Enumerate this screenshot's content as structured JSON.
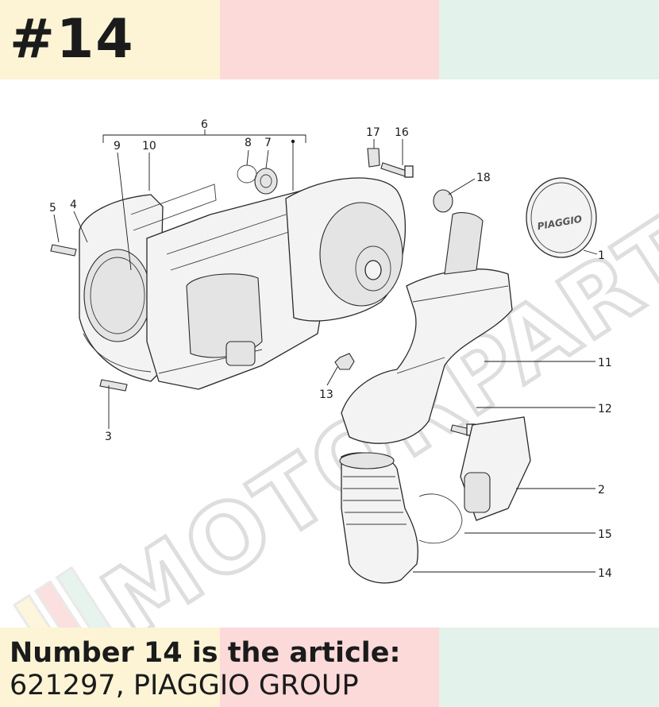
{
  "header": {
    "number": "#14"
  },
  "caption": {
    "line1": "Number 14 is the article:",
    "line2": "621297, PIAGGIO GROUP"
  },
  "diagram": {
    "logo_text": "PIAGGIO",
    "watermark_text": "MOTORPARTSRUSSIA",
    "callouts": {
      "c1": "1",
      "c2": "2",
      "c3": "3",
      "c4": "4",
      "c5": "5",
      "c6": "6",
      "c7": "7",
      "c8": "8",
      "c9": "9",
      "c10": "10",
      "c11": "11",
      "c12": "12",
      "c13": "13",
      "c14": "14",
      "c15": "15",
      "c16": "16",
      "c17": "17",
      "c18": "18"
    }
  },
  "colors": {
    "band_yellow": "#fdf4d6",
    "band_pink": "#fcdada",
    "band_green": "#e3f2ea",
    "text": "#1b1b1b"
  }
}
